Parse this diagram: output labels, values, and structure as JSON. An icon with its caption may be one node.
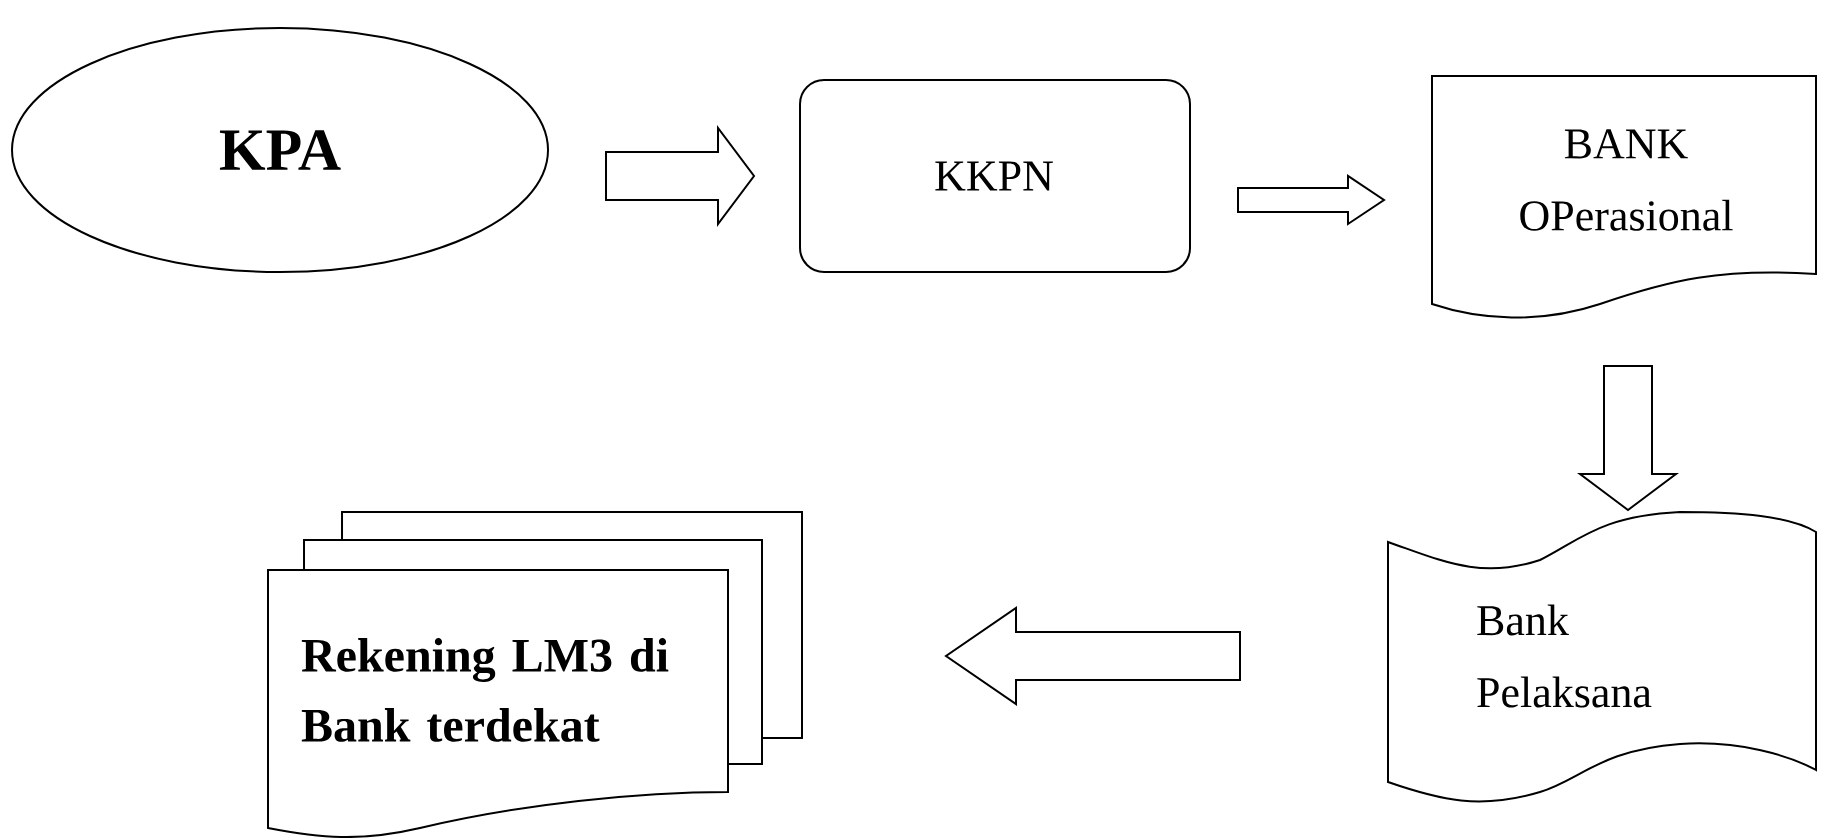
{
  "diagram": {
    "nodes": [
      {
        "text": [
          "KPA"
        ]
      },
      {
        "text": [
          "KKPN"
        ]
      },
      {
        "text": [
          "BANK OPerasional"
        ]
      },
      {
        "text": [
          "Bank Pelaksana"
        ]
      },
      {
        "text": [
          "Rekening LM3 di Bank terdekat"
        ]
      }
    ],
    "edges": [
      {
        "from": 0,
        "to": 1,
        "arrow": "to"
      },
      {
        "from": 1,
        "to": 2,
        "arrow": "to"
      },
      {
        "from": 2,
        "to": 3,
        "arrow": "to"
      },
      {
        "from": 3,
        "to": 4,
        "arrow": "to"
      }
    ]
  }
}
